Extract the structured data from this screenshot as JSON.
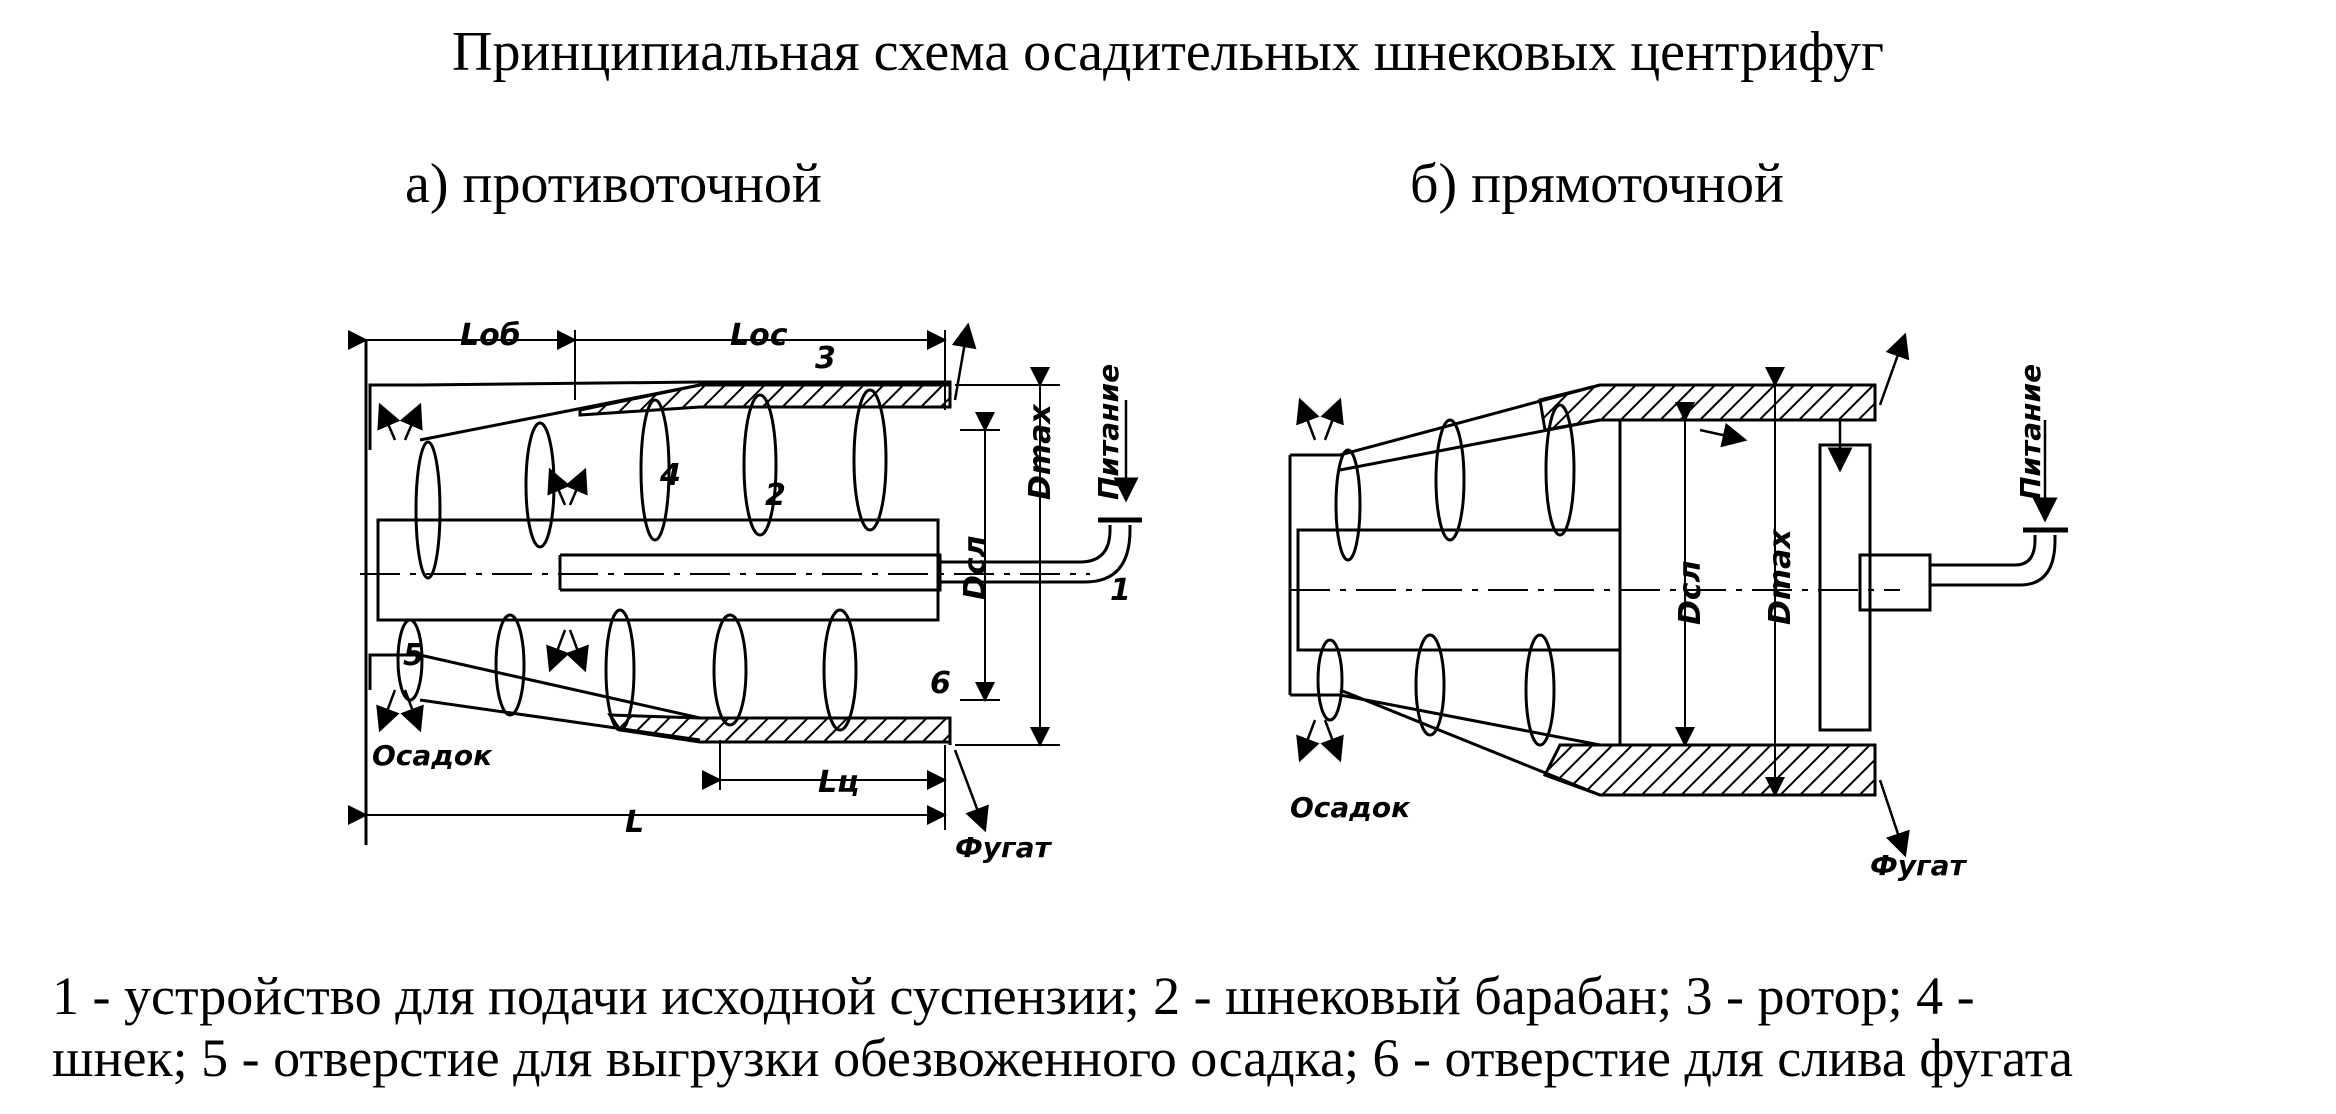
{
  "title": "Принципиальная схема осадительных шнековых центрифуг",
  "subtitles": {
    "a": "а) противоточной",
    "b": "б) прямоточной"
  },
  "diagram_a": {
    "dims": {
      "l_ob": "Lоб",
      "l_oc": "Lос",
      "l": "L",
      "l_c": "Lц",
      "d_cl": "Dсл",
      "d_max": "Dmax"
    },
    "numbers": [
      "1",
      "2",
      "3",
      "4",
      "5",
      "6"
    ],
    "labels": {
      "feed": "Питание",
      "sediment": "Осадок",
      "fugate": "Фугат"
    }
  },
  "diagram_b": {
    "dims": {
      "d_cl": "Dсл",
      "d_max": "Dmax"
    },
    "labels": {
      "feed": "Питание",
      "sediment": "Осадок",
      "fugate": "Фугат"
    }
  },
  "legend": {
    "line1": "1 - устройство для подачи исходной суспензии; 2 - шнековый барабан; 3 - ротор; 4 -",
    "line2": "шнек; 5 - отверстие для выгрузки обезвоженного осадка; 6 - отверстие для слива фугата"
  }
}
